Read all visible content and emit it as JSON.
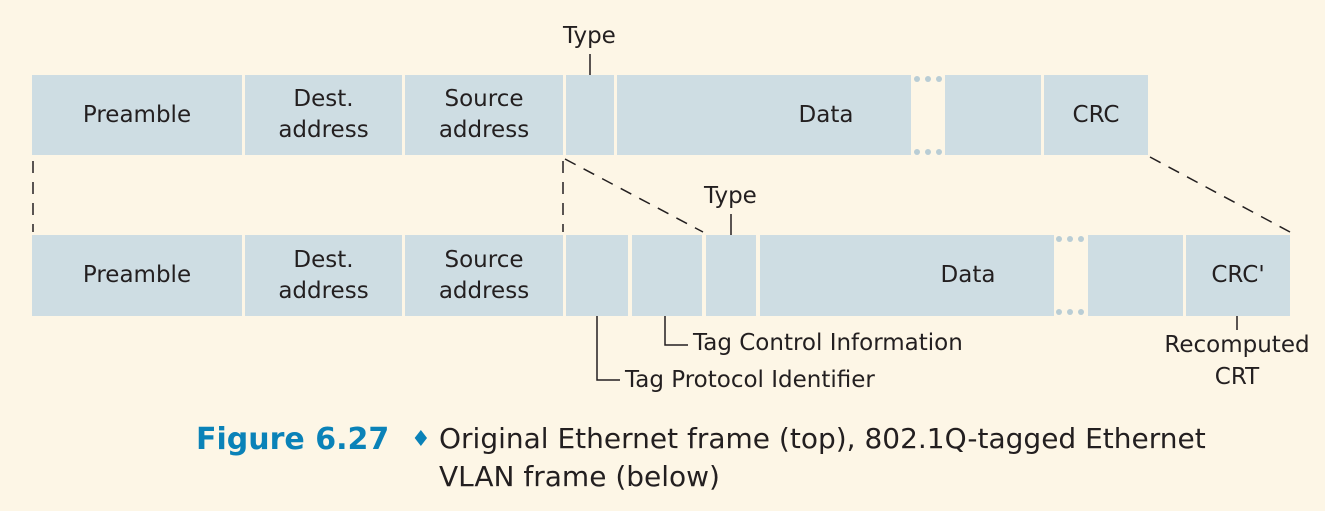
{
  "top_frame": {
    "preamble": "Preamble",
    "dest": [
      "Dest.",
      "address"
    ],
    "source": [
      "Source",
      "address"
    ],
    "data": "Data",
    "crc": "CRC",
    "type_label": "Type"
  },
  "bottom_frame": {
    "preamble": "Preamble",
    "dest": [
      "Dest.",
      "address"
    ],
    "source": [
      "Source",
      "address"
    ],
    "data": "Data",
    "crc": "CRC'",
    "type_label": "Type"
  },
  "callouts": {
    "tag_control": "Tag Control Information",
    "tag_protocol": "Tag Protocol Identifier",
    "recomputed": [
      "Recomputed",
      "CRT"
    ]
  },
  "caption": {
    "label": "Figure 6.27",
    "separator": "♦",
    "text": "Original Ethernet frame (top), 802.1Q-tagged Ethernet VLAN frame (below)"
  },
  "colors": {
    "field_fill": "#cedde3",
    "background": "#fdf6e6",
    "caption_accent": "#0a82b8"
  }
}
